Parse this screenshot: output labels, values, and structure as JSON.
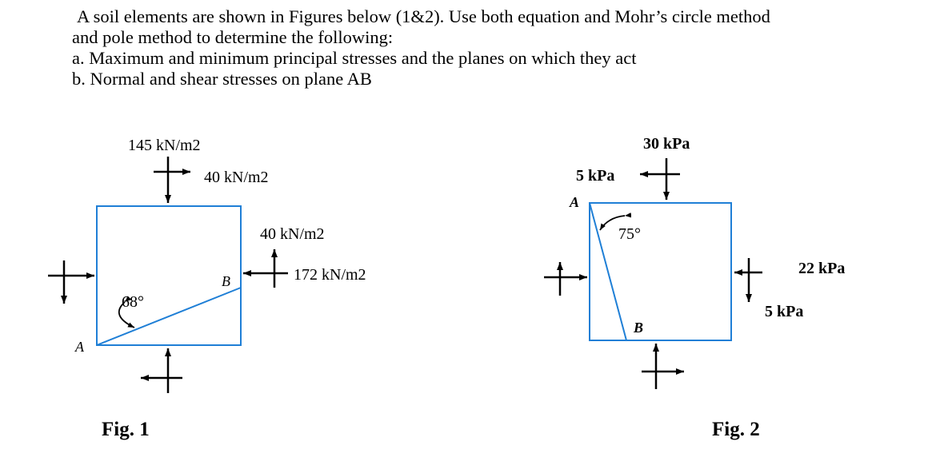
{
  "problem": {
    "line1": "A soil elements are shown in Figures below (1&2). Use both equation and Mohr’s circle method",
    "line2": "and pole method to determine the following:",
    "line3": "a. Maximum and minimum principal stresses and the planes on which they act",
    "line4": "b. Normal and shear stresses on plane AB"
  },
  "fig1": {
    "caption": "Fig. 1",
    "sigma_top": "145 kN/m2",
    "tau_top": "40 kN/m2",
    "tau_right": "40 kN/m2",
    "sigma_right": "172 kN/m2",
    "angle": "68°",
    "point_a": "A",
    "point_b": "B"
  },
  "fig2": {
    "caption": "Fig. 2",
    "sigma_top": "30 kPa",
    "tau_top": "5 kPa",
    "sigma_right": "22 kPa",
    "tau_right": "5 kPa",
    "angle": "75°",
    "point_a": "A",
    "point_b": "B"
  },
  "colors": {
    "element_outline": "#1f7fd6",
    "arrows": "#000000"
  }
}
